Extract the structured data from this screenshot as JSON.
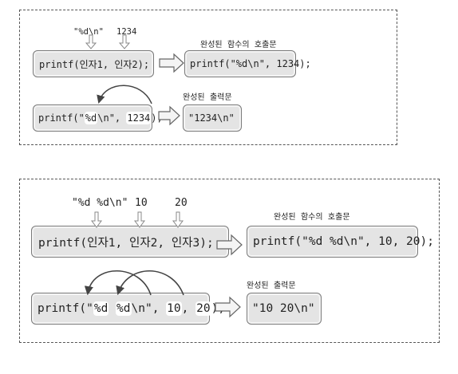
{
  "panel1": {
    "arg_labels": [
      "\"%d\\n\"",
      "1234"
    ],
    "call_template": "printf(인자1, 인자2);",
    "completed_call_label": "완성된  함수의  호출문",
    "completed_call": "printf(\"%d\\n\", 1234);",
    "call_parts": [
      "printf(\"",
      "%d",
      "\\n\", ",
      "1234",
      ");"
    ],
    "completed_output_label": "완성된  출력문",
    "completed_output": "\"1234\\n\""
  },
  "panel2": {
    "arg_labels": [
      "\"%d %d\\n\"",
      "10",
      "20"
    ],
    "call_template": "printf(인자1, 인자2, 인자3);",
    "completed_call_label": "완성된  함수의  호출문",
    "completed_call": "printf(\"%d %d\\n\", 10, 20);",
    "call_parts": [
      "printf(\"",
      "%d",
      " ",
      "%d",
      "\\n\", ",
      "10",
      ", ",
      "20",
      ");"
    ],
    "completed_output_label": "완성된  출력문",
    "completed_output": "\"10 20\\n\""
  },
  "colors": {
    "box_fill": "#e4e4e4",
    "box_border": "#7a7a7a",
    "highlight": "#ffffff",
    "arrow": "#444444"
  }
}
